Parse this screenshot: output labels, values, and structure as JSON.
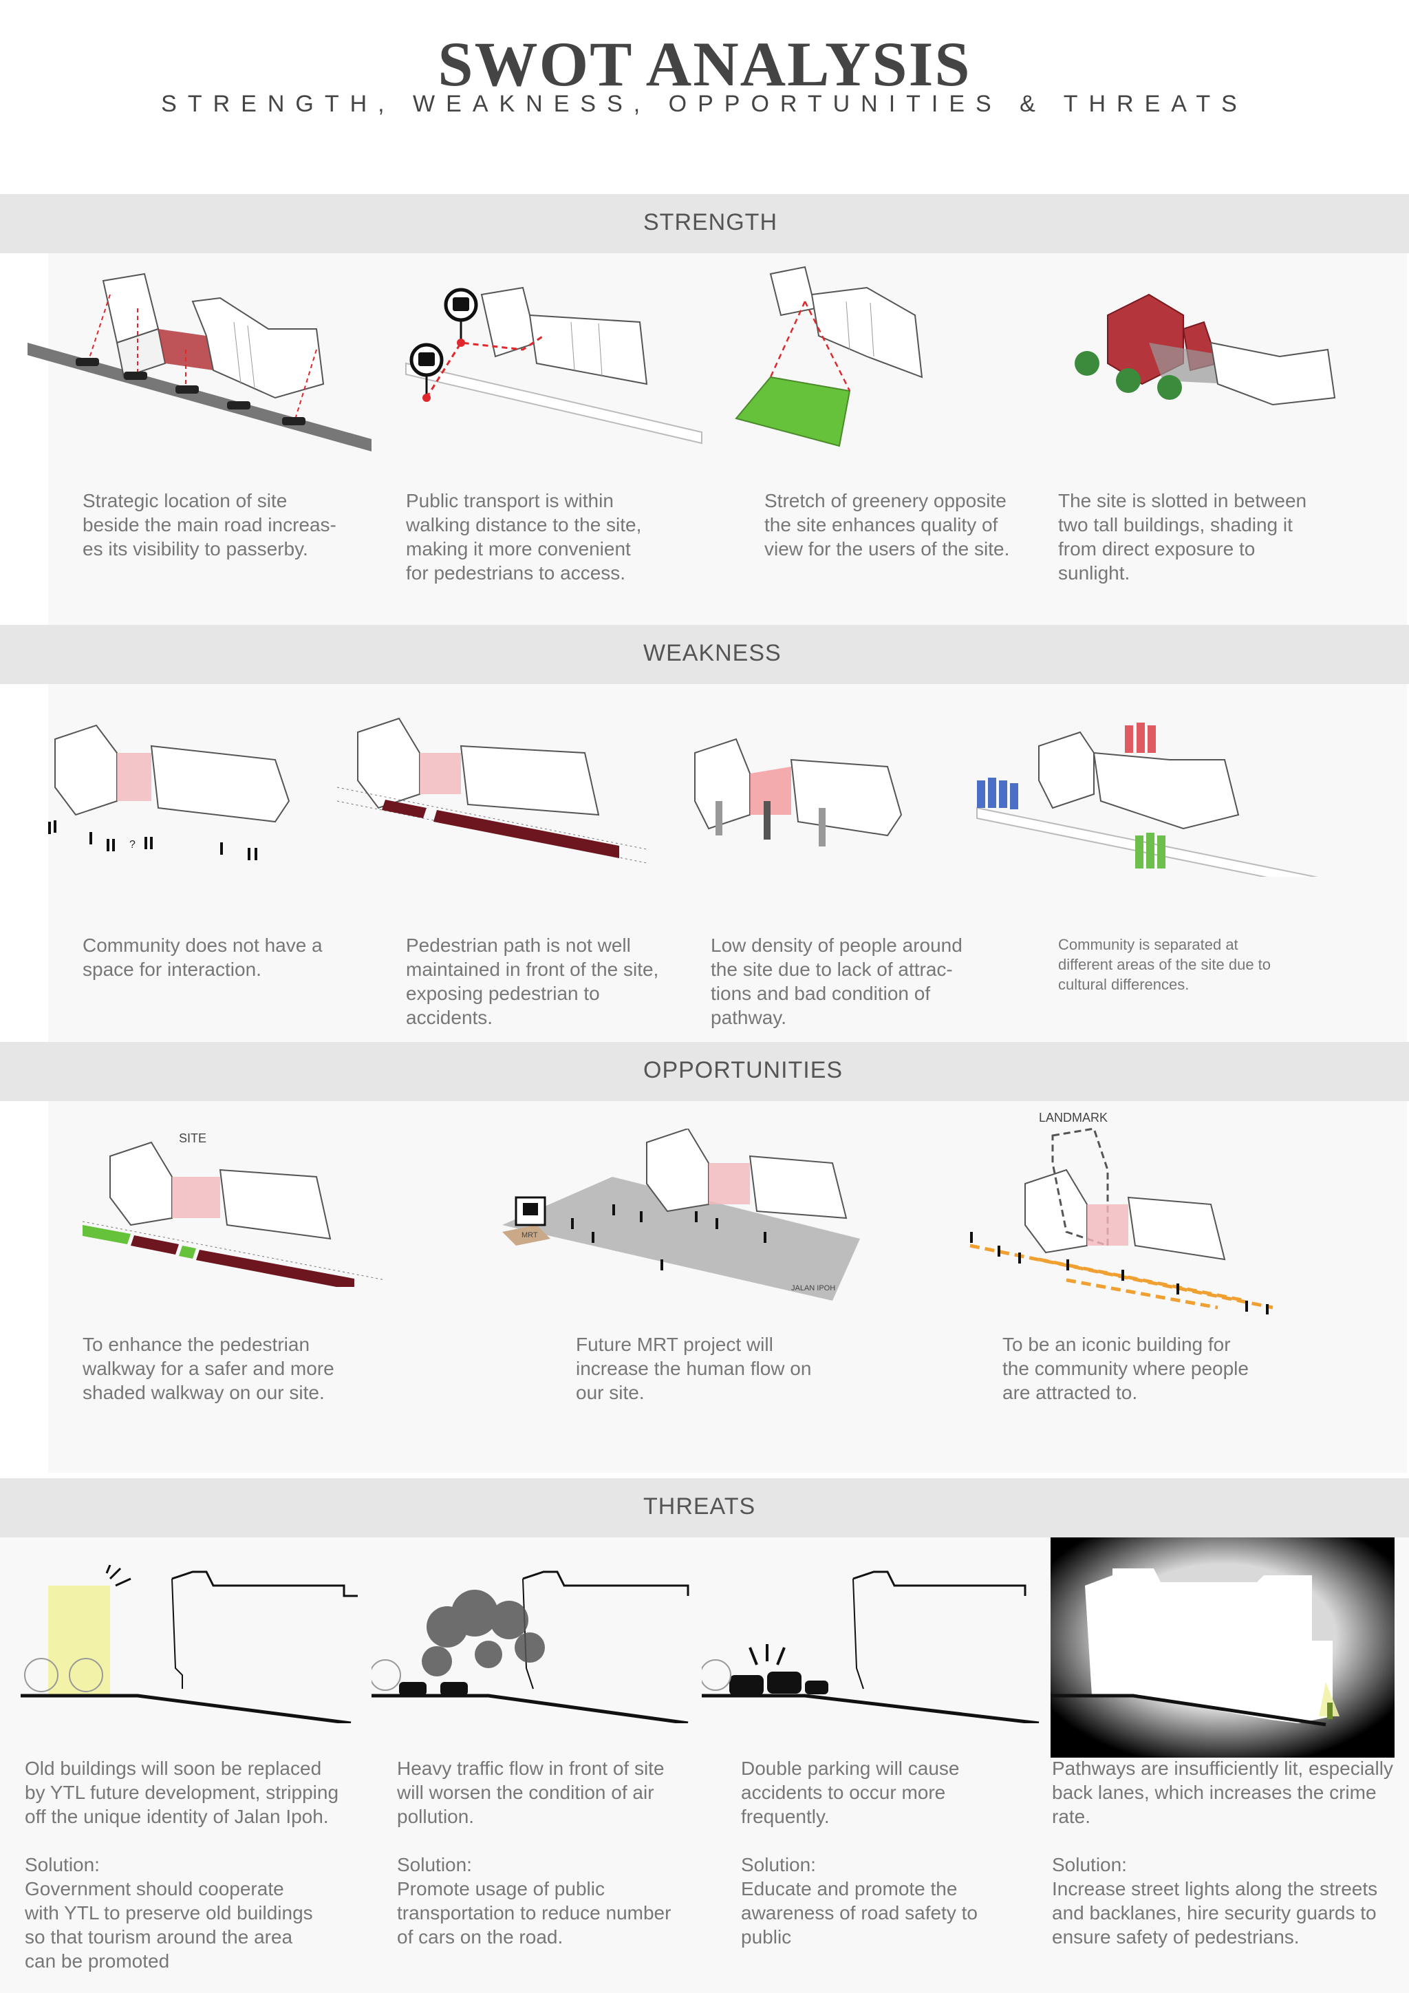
{
  "header": {
    "title": "SWOT ANALYSIS",
    "subtitle": "STRENGTH, WEAKNESS, OPPORTUNITIES & THREATS"
  },
  "sections": {
    "strength": {
      "label": "STRENGTH",
      "items": [
        {
          "text": "Strategic location of site\nbeside the main road increas-\nes its visibility to passerby."
        },
        {
          "text": "Public transport is within\nwalking distance to the site,\nmaking it more convenient\nfor pedestrians to access."
        },
        {
          "text": "Stretch of greenery opposite\nthe site enhances quality of\nview for the users of the site."
        },
        {
          "text": "The site is slotted in between\ntwo tall buildings, shading it\nfrom direct exposure to\nsunlight."
        }
      ]
    },
    "weakness": {
      "label": "WEAKNESS",
      "items": [
        {
          "text": "Community does not have a\nspace for interaction."
        },
        {
          "text": "Pedestrian path is not well\nmaintained in front of the site,\nexposing pedestrian to\naccidents."
        },
        {
          "text": "Low density of people around\nthe site due to lack of attrac-\ntions and bad condition of\npathway."
        },
        {
          "text": "Community is separated at\ndifferent areas of the site due to\ncultural differences."
        }
      ]
    },
    "opportunities": {
      "label": "OPPORTUNITIES",
      "labels": {
        "site": "SITE",
        "mrt": "MRT",
        "road": "JALAN IPOH",
        "landmark": "LANDMARK"
      },
      "items": [
        {
          "text": "To enhance the pedestrian\nwalkway for a safer and more\nshaded walkway on our site."
        },
        {
          "text": "Future MRT project will\nincrease the human flow on\nour site."
        },
        {
          "text": "To be an iconic building for\nthe community where people\nare attracted to."
        }
      ]
    },
    "threats": {
      "label": "THREATS",
      "items": [
        {
          "text": "Old buildings will soon be replaced\nby YTL future development, stripping\noff the unique identity of Jalan Ipoh.",
          "solution": "Solution:\nGovernment should cooperate\nwith YTL to preserve old buildings\nso that tourism around the area\ncan be promoted"
        },
        {
          "text": "Heavy traffic flow in front of site\nwill worsen the condition of air\npollution.",
          "solution": "Solution:\nPromote usage of public\ntransportation to reduce number\nof cars on the road."
        },
        {
          "text": "Double parking will cause\naccidents to occur more\nfrequently.",
          "solution": "Solution:\nEducate and promote the\nawareness of road safety to\npublic"
        },
        {
          "text": "Pathways are insufficiently lit, especially\nback lanes, which increases the crime\nrate.",
          "solution": "Solution:\nIncrease street lights along the streets\nand backlanes, hire security guards to\nensure safety of pedestrians."
        }
      ]
    }
  },
  "colors": {
    "band": "#e6e6e6",
    "site_red": "#b4363c",
    "path_maroon": "#6e1620",
    "greenery": "#66c23a",
    "orange_path": "#f0a030",
    "marker_red": "#e0282c",
    "group_blue": "#4a6fc4",
    "group_green": "#6cbf4a",
    "light_yellow": "#f2f2a8"
  },
  "icons": [
    "bus-stop-marker-icon",
    "mrt-train-icon",
    "pedestrian-icon",
    "car-icon",
    "tree-icon",
    "smoke-cloud-icon",
    "street-lamp-icon"
  ]
}
